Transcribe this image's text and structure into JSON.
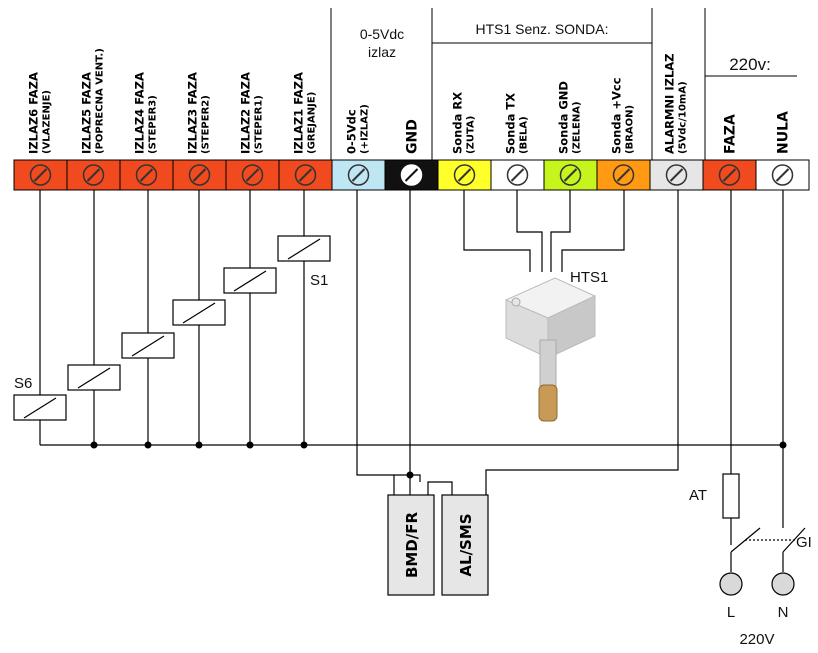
{
  "header": {
    "analog_title": "0-5Vdc",
    "analog_sub": "izlaz",
    "sensor_title": "HTS1 Senz. SONDA:",
    "power_title": "220v:"
  },
  "terminals": [
    {
      "line1": "IZLAZ6 FAZA",
      "line2": "(VLAZENJE)",
      "color": "#f04a1e"
    },
    {
      "line1": "IZLAZ5 FAZA",
      "line2": "(POPRECNA VENT.)",
      "color": "#f04a1e"
    },
    {
      "line1": "IZLAZ4 FAZA",
      "line2": "(STEPER3)",
      "color": "#f04a1e"
    },
    {
      "line1": "IZLAZ3 FAZA",
      "line2": "(STEPER2)",
      "color": "#f04a1e"
    },
    {
      "line1": "IZLAZ2 FAZA",
      "line2": "(STEPER1)",
      "color": "#f04a1e"
    },
    {
      "line1": "IZLAZ1 FAZA",
      "line2": "(GREJANJE)",
      "color": "#f04a1e"
    },
    {
      "line1": "0-5Vdc",
      "line2": "(+IZLAZ)",
      "color": "#bfe6f3"
    },
    {
      "line1": "GND",
      "line2": "",
      "color": "#111111"
    },
    {
      "line1": "Sonda RX",
      "line2": "(ZUTA)",
      "color": "#ffff2a"
    },
    {
      "line1": "Sonda TX",
      "line2": "(BELA)",
      "color": "#ffffff"
    },
    {
      "line1": "Sonda GND",
      "line2": "(ZELENA)",
      "color": "#c6f51e"
    },
    {
      "line1": "Sonda +Vcc",
      "line2": "(BRAON)",
      "color": "#ff9a12"
    },
    {
      "line1": "ALARMNI IZLAZ",
      "line2": "(5Vdc/10mA)",
      "color": "#e6e6e6"
    },
    {
      "line1": "FAZA",
      "line2": "",
      "color": "#f04a1e"
    },
    {
      "line1": "NULA",
      "line2": "",
      "color": "#ffffff"
    }
  ],
  "relays": {
    "first": "S1",
    "last": "S6"
  },
  "sensor_label": "HTS1",
  "boxes": {
    "bmd": "BMD/FR",
    "alsms": "AL/SMS"
  },
  "power": {
    "fuse": "AT",
    "switch": "GI",
    "l": "L",
    "n": "N",
    "volt": "220V"
  }
}
